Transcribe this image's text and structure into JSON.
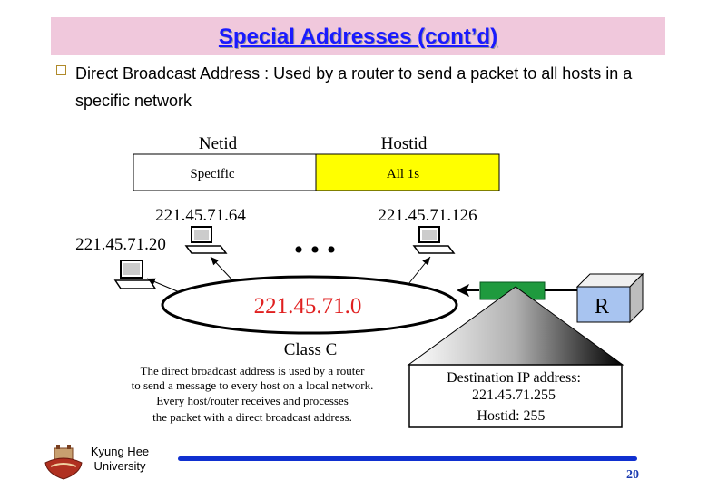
{
  "title": "Special Addresses (cont’d)",
  "bullet": "Direct Broadcast Address : Used by a router to send a packet to all hosts in a specific network",
  "diagram": {
    "netid_label": "Netid",
    "hostid_label": "Hostid",
    "specific_label": "Specific",
    "all1s_label": "All 1s",
    "host1_ip": "221.45.71.64",
    "host2_ip": "221.45.71.126",
    "host3_ip": "221.45.71.20",
    "network_ip": "221.45.71.0",
    "dots": "• • •",
    "router_label": "R",
    "class_label": "Class C",
    "caption_lines": [
      "The direct broadcast address is used by a router",
      "to send a message to every host on a local network.",
      "Every host/router receives and processes",
      "the packet with a direct broadcast address."
    ],
    "dest_lines": [
      "Destination IP address:",
      "221.45.71.255",
      "Hostid: 255"
    ]
  },
  "footer": {
    "university_line1": "Kyung Hee",
    "university_line2": "University",
    "page_number": "20"
  },
  "colors": {
    "title": "#1a1aff",
    "title_bg": "#f0c8dc",
    "all1s_fill": "#ffff00",
    "packet_green": "#1f9a3e",
    "footer_bar": "#1030d0"
  }
}
